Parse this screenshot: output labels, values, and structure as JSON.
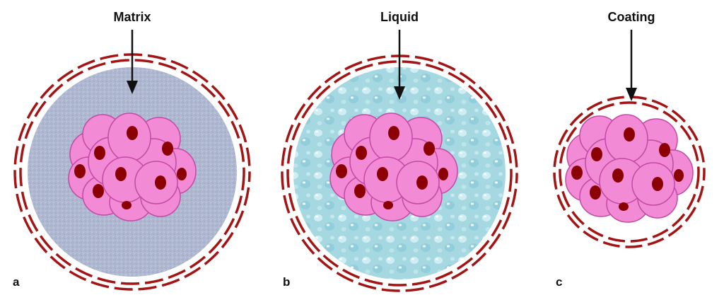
{
  "panels": [
    {
      "label": "Matrix",
      "letter": "a",
      "fill_colors": [
        "#a9b4cf",
        "#bcc4d9"
      ]
    },
    {
      "label": "Liquid",
      "letter": "b",
      "fill_colors": [
        "#a8d7e0",
        "#d9f1f5"
      ]
    },
    {
      "label": "Coating",
      "letter": "c",
      "fill_colors": []
    }
  ],
  "colors": {
    "shell_dash": "#a31515",
    "cell_fill": "#f28ad6",
    "cell_stroke": "#c24aa4",
    "nucleus": "#8b0000",
    "arrow": "#111111"
  }
}
